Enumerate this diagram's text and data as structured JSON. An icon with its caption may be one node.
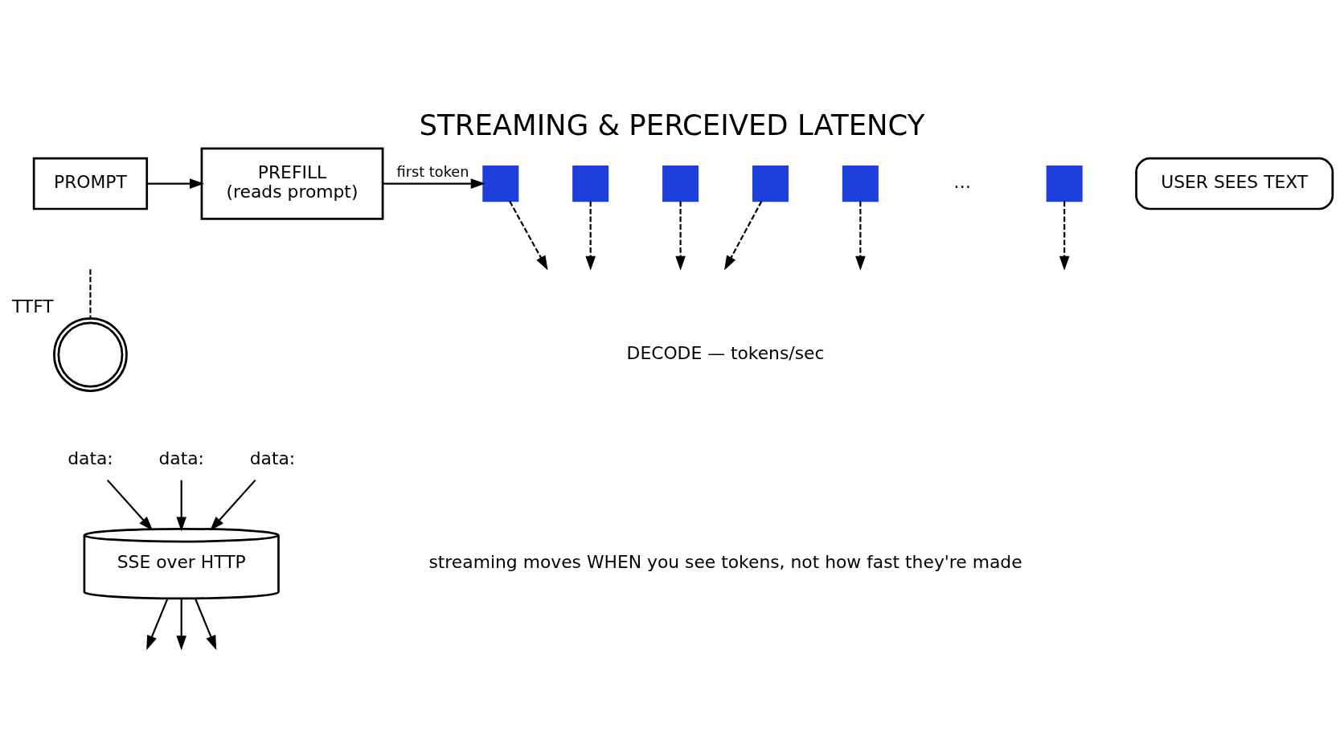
{
  "diagram": {
    "title": "STREAMING & PERCEIVED LATENCY",
    "nodes": [
      {
        "text": [
          "PROMPT"
        ]
      },
      {
        "text": [
          "PREFILL",
          "(reads prompt)"
        ]
      },
      {
        "text": [],
        "shape": "box"
      },
      {
        "text": [],
        "shape": "box"
      },
      {
        "text": [],
        "shape": "box"
      },
      {
        "text": [],
        "shape": "box"
      },
      {
        "text": [],
        "shape": "box"
      },
      {
        "text": [],
        "shape": "box"
      },
      {
        "text": [
          "USER SEES TEXT"
        ]
      },
      {
        "text": [],
        "shape": "stopwatch",
        "beside": [
          "TTFT"
        ]
      },
      {
        "text": [
          "data:"
        ]
      },
      {
        "text": [
          "data:"
        ]
      },
      {
        "text": [
          "data:"
        ]
      },
      {
        "text": [
          "SSE over HTTP"
        ]
      }
    ],
    "edges": [
      {
        "from": 0,
        "to": 1,
        "arrow": "to"
      },
      {
        "from": 1,
        "to": 2,
        "arrow": "to",
        "label": "first token"
      },
      {
        "from": null,
        "to": 9,
        "arrow": "none",
        "style": "dashed"
      },
      {
        "from": 2,
        "to": null,
        "arrow": "to",
        "style": "dashed"
      },
      {
        "from": 3,
        "to": null,
        "arrow": "to",
        "style": "dashed"
      },
      {
        "from": 4,
        "to": null,
        "arrow": "to",
        "style": "dashed"
      },
      {
        "from": 5,
        "to": null,
        "arrow": "to",
        "style": "dashed"
      },
      {
        "from": 6,
        "to": null,
        "arrow": "to",
        "style": "dashed"
      },
      {
        "from": 7,
        "to": null,
        "arrow": "to",
        "style": "dashed"
      },
      {
        "from": 10,
        "to": 13,
        "arrow": "to"
      },
      {
        "from": 11,
        "to": 13,
        "arrow": "to"
      },
      {
        "from": 12,
        "to": 13,
        "arrow": "to"
      },
      {
        "from": 13,
        "to": null,
        "arrow": "to"
      },
      {
        "from": 13,
        "to": null,
        "arrow": "to"
      },
      {
        "from": 13,
        "to": null,
        "arrow": "to"
      }
    ],
    "labels": [
      "…",
      "DECODE — tokens/sec",
      "streaming moves WHEN you see tokens, not how fast they're made"
    ]
  }
}
